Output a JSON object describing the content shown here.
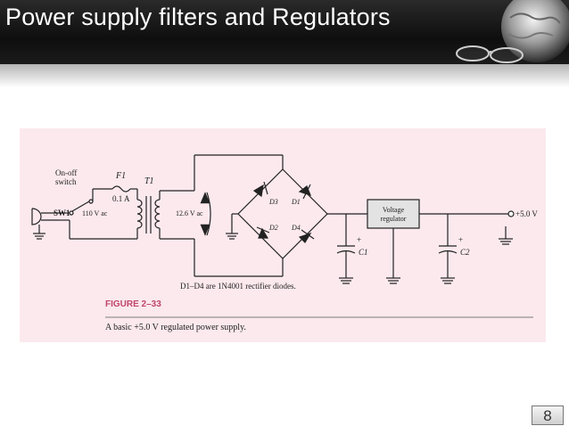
{
  "slide": {
    "title": "Power supply filters and Regulators",
    "page_number": "8"
  },
  "diagram": {
    "labels": {
      "switch_desc_line1": "On-off",
      "switch_desc_line2": "switch",
      "switch": "SW1",
      "fuse": "F1",
      "fuse_rating": "0.1 A",
      "transformer": "T1",
      "input_voltage": "110 V ac",
      "secondary_voltage": "12.6 V ac",
      "d3": "D3",
      "d1": "D1",
      "d2": "D2",
      "d4": "D4",
      "c1": "C1",
      "c2": "C2",
      "regulator_line1": "Voltage",
      "regulator_line2": "regulator",
      "output": "+5.0 V",
      "plus_c1": "+",
      "plus_c2": "+",
      "diode_note": "D1–D4 are 1N4001 rectifier diodes."
    },
    "caption": {
      "figure_label": "FIGURE 2–33",
      "text": "A basic +5.0 V regulated power supply."
    },
    "colors": {
      "background": "#fbe9ee",
      "figure_label": "#c0446a",
      "wire": "#222222",
      "regulator_fill": "#e3e3e3"
    }
  }
}
